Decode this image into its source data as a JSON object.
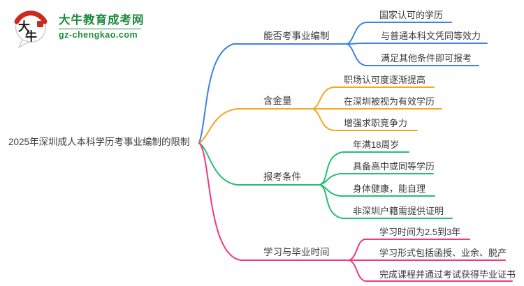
{
  "site": {
    "logo_title": "大牛教育成考网",
    "logo_domain": "gz-chengkao.com",
    "logo_icon_text_top": "大",
    "logo_icon_text_bottom": "牛"
  },
  "colors": {
    "blue": "#3b82e6",
    "orange": "#f5a623",
    "green": "#22c26e",
    "pink": "#f1387e",
    "logo_green": "#1f8a3d",
    "logo_red": "#cc2a1e"
  },
  "mindmap": {
    "root": "2025年深圳成人本科学历考事业编制的限制",
    "branches": [
      {
        "label": "能否考事业编制",
        "color": "#3b82e6",
        "children": [
          "国家认可的学历",
          "与普通本科文凭同等效力",
          "满足其他条件即可报考"
        ]
      },
      {
        "label": "含金量",
        "color": "#f5a623",
        "children": [
          "职场认可度逐渐提高",
          "在深圳被视为有效学历",
          "增强求职竞争力"
        ]
      },
      {
        "label": "报考条件",
        "color": "#22c26e",
        "children": [
          "年满18周岁",
          "具备高中或同等学历",
          "身体健康，能自理",
          "非深圳户籍需提供证明"
        ]
      },
      {
        "label": "学习与毕业时间",
        "color": "#f1387e",
        "children": [
          "学习时间为2.5到3年",
          "学习形式包括函授、业余、脱产",
          "完成课程并通过考试获得毕业证书"
        ]
      }
    ]
  }
}
